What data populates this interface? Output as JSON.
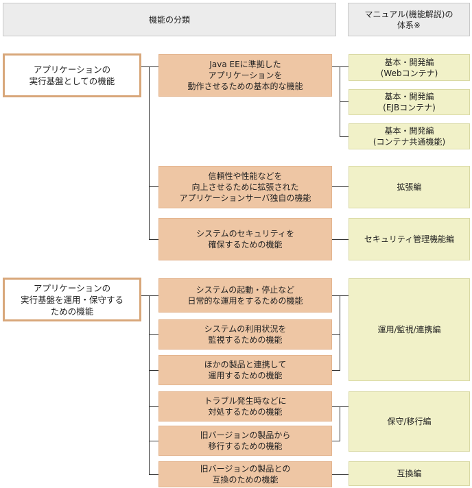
{
  "header": {
    "left": "機能の分類",
    "right": "マニュアル(機能解説)の\n体系※"
  },
  "categories": [
    "アプリケーションの\n実行基盤としての機能",
    "アプリケーションの\n実行基盤を運用・保守する\nための機能"
  ],
  "functions": [
    "Java EEに準拠した\nアプリケーションを\n動作させるための基本的な機能",
    "信頼性や性能などを\n向上させるために拡張された\nアプリケーションサーバ独自の機能",
    "システムのセキュリティを\n確保するための機能",
    "システムの起動・停止など\n日常的な運用をするための機能",
    "システムの利用状況を\n監視するための機能",
    "ほかの製品と連携して\n運用するための機能",
    "トラブル発生時などに\n対処するための機能",
    "旧バージョンの製品から\n移行するための機能",
    "旧バージョンの製品との\n互換のための機能"
  ],
  "manuals": [
    "基本・開発編\n(Webコンテナ)",
    "基本・開発編\n(EJBコンテナ)",
    "基本・開発編\n(コンテナ共通機能)",
    "拡張編",
    "セキュリティ管理機能編",
    "運用/監視/連携編",
    "保守/移行編",
    "互換編"
  ]
}
